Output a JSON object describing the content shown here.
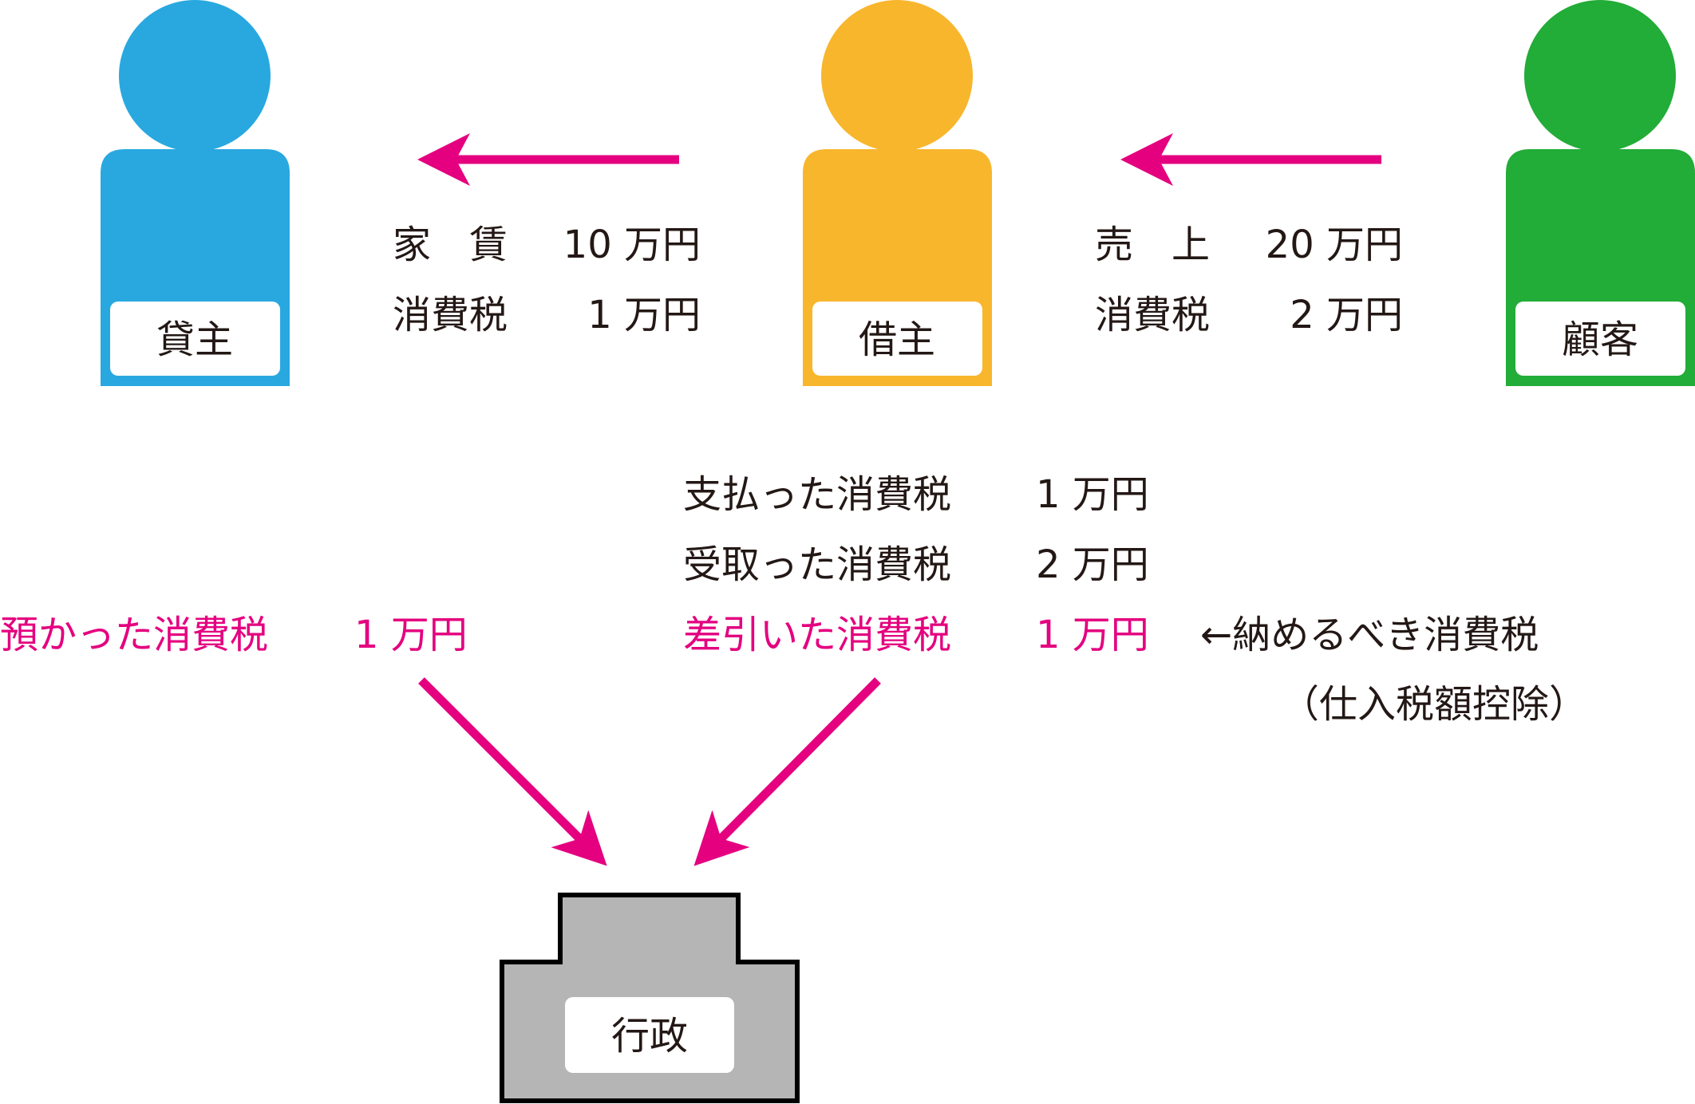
{
  "colors": {
    "lender": "#29a8e0",
    "borrower": "#f8b62d",
    "customer": "#22ac38",
    "arrow": "#e4007f",
    "government": "#b5b5b5"
  },
  "actors": {
    "lender": "貸主",
    "borrower": "借主",
    "customer": "顧客",
    "government": "行政"
  },
  "rent": {
    "label": "家　賃",
    "amount": "10 万円",
    "tax_label": "消費税",
    "tax_amount": "1 万円"
  },
  "sales": {
    "label": "売　上",
    "amount": "20 万円",
    "tax_label": "消費税",
    "tax_amount": "2 万円"
  },
  "borrower_calc": [
    {
      "label": "支払った消費税",
      "amount": "1 万円"
    },
    {
      "label": "受取った消費税",
      "amount": "2 万円"
    },
    {
      "label": "差引いた消費税",
      "amount": "1 万円"
    }
  ],
  "note": {
    "line1": "←納めるべき消費税",
    "line2": "（仕入税額控除）"
  },
  "lender_tax": {
    "label": "預かった消費税",
    "amount": "1 万円"
  }
}
